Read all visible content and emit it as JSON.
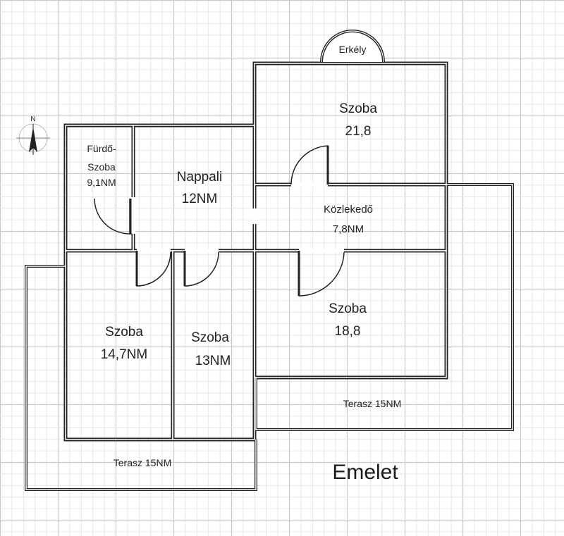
{
  "floor_title": "Emelet",
  "compass": {
    "label": "N"
  },
  "rooms": {
    "balcony": {
      "label": "Erkély"
    },
    "bedroom_top": {
      "name": "Szoba",
      "area": "21,8"
    },
    "bathroom": {
      "name_line1": "Fürdő-",
      "name_line2": "Szoba",
      "area": "9,1NM"
    },
    "living_room": {
      "name": "Nappali",
      "area": "12NM"
    },
    "corridor": {
      "name": "Közlekedő",
      "area": "7,8NM"
    },
    "bedroom_left": {
      "name": "Szoba",
      "area": "14,7NM"
    },
    "bedroom_middle": {
      "name": "Szoba",
      "area": "13NM"
    },
    "bedroom_right": {
      "name": "Szoba",
      "area": "18,8"
    },
    "terrace_right": {
      "label": "Terasz 15NM"
    },
    "terrace_left": {
      "label": "Terasz 15NM"
    }
  }
}
